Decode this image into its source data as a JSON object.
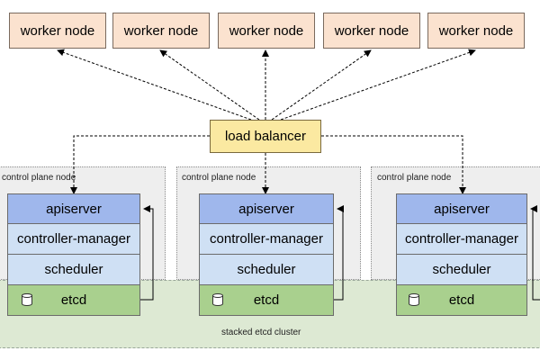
{
  "workers": [
    {
      "label": "worker node"
    },
    {
      "label": "worker node"
    },
    {
      "label": "worker node"
    },
    {
      "label": "worker node"
    },
    {
      "label": "worker node"
    }
  ],
  "load_balancer": {
    "label": "load balancer"
  },
  "control_plane": [
    {
      "label": "control plane node",
      "apiserver": "apiserver",
      "controller_manager": "controller-manager",
      "scheduler": "scheduler",
      "etcd": "etcd"
    },
    {
      "label": "control plane node",
      "apiserver": "apiserver",
      "controller_manager": "controller-manager",
      "scheduler": "scheduler",
      "etcd": "etcd"
    },
    {
      "label": "control plane node",
      "apiserver": "apiserver",
      "controller_manager": "controller-manager",
      "scheduler": "scheduler",
      "etcd": "etcd"
    }
  ],
  "etcd_cluster": {
    "label": "stacked etcd cluster"
  },
  "colors": {
    "worker_fill": "#fbe2cf",
    "load_balancer_fill": "#fbe9a1",
    "apiserver_fill": "#9fb7ec",
    "component_fill": "#cfe0f4",
    "etcd_fill": "#a9d08e",
    "etcd_cluster_fill": "#dde9d3",
    "control_plane_fill": "#eeeeee"
  },
  "icons": {
    "etcd": "database-icon"
  }
}
